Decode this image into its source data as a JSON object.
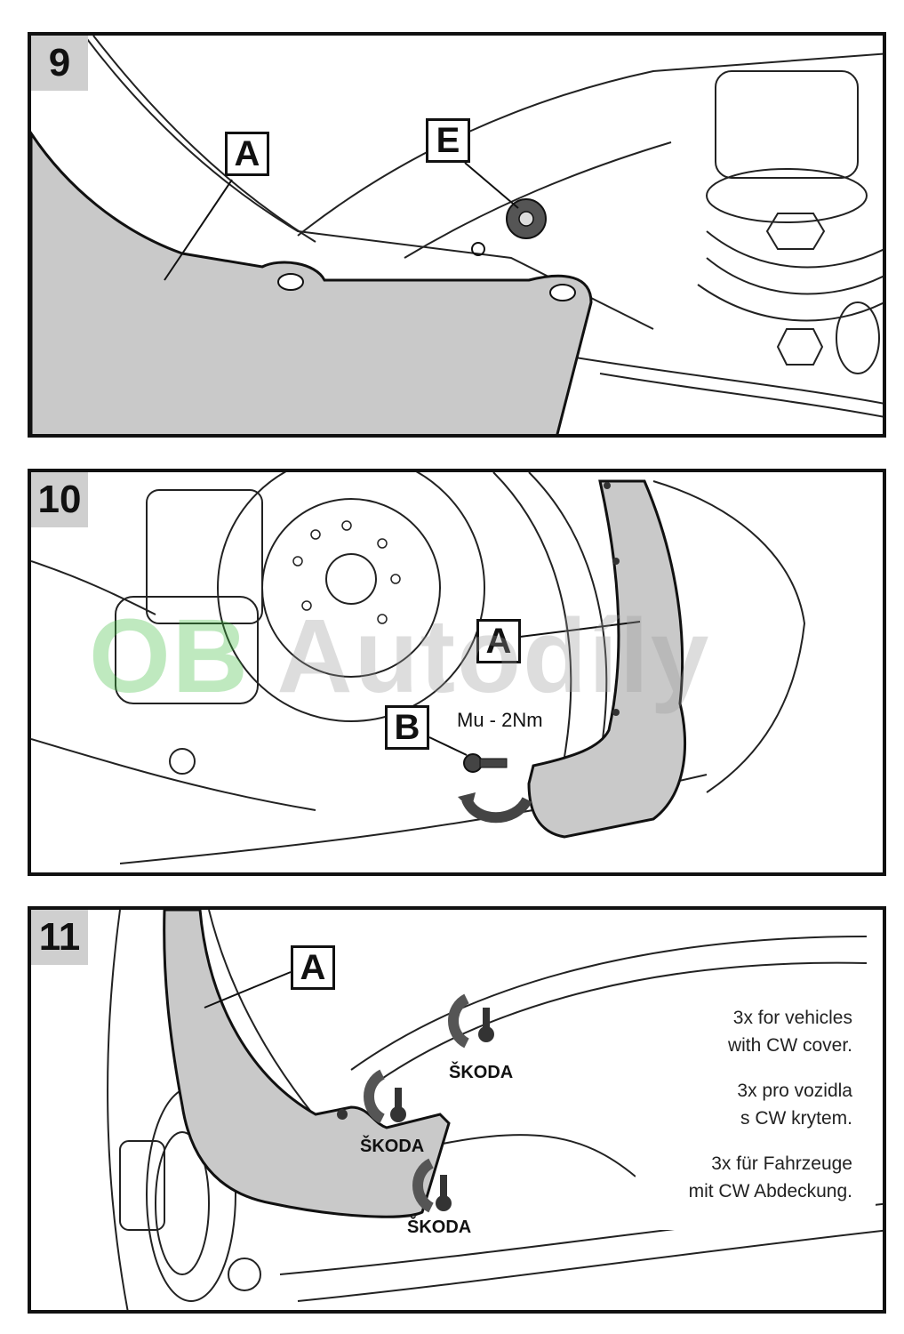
{
  "steps": [
    {
      "number": "9",
      "labels": [
        "A",
        "E"
      ]
    },
    {
      "number": "10",
      "labels": [
        "A",
        "B"
      ],
      "torque": "Mu - 2Nm"
    },
    {
      "number": "11",
      "labels": [
        "A"
      ],
      "fastener_brand": "ŠKODA",
      "notes": [
        {
          "line1": "3x for vehicles",
          "line2": "with CW cover."
        },
        {
          "line1": "3x pro vozidla",
          "line2": "s CW krytem."
        },
        {
          "line1": "3x für Fahrzeuge",
          "line2": "mit CW Abdeckung."
        }
      ]
    }
  ],
  "watermark": {
    "part1": "OB",
    "part2": " Autodíly"
  },
  "colors": {
    "mudflap_fill": "#c9c9c9",
    "line": "#1a1a1a",
    "step_badge": "#cfcfcf"
  }
}
